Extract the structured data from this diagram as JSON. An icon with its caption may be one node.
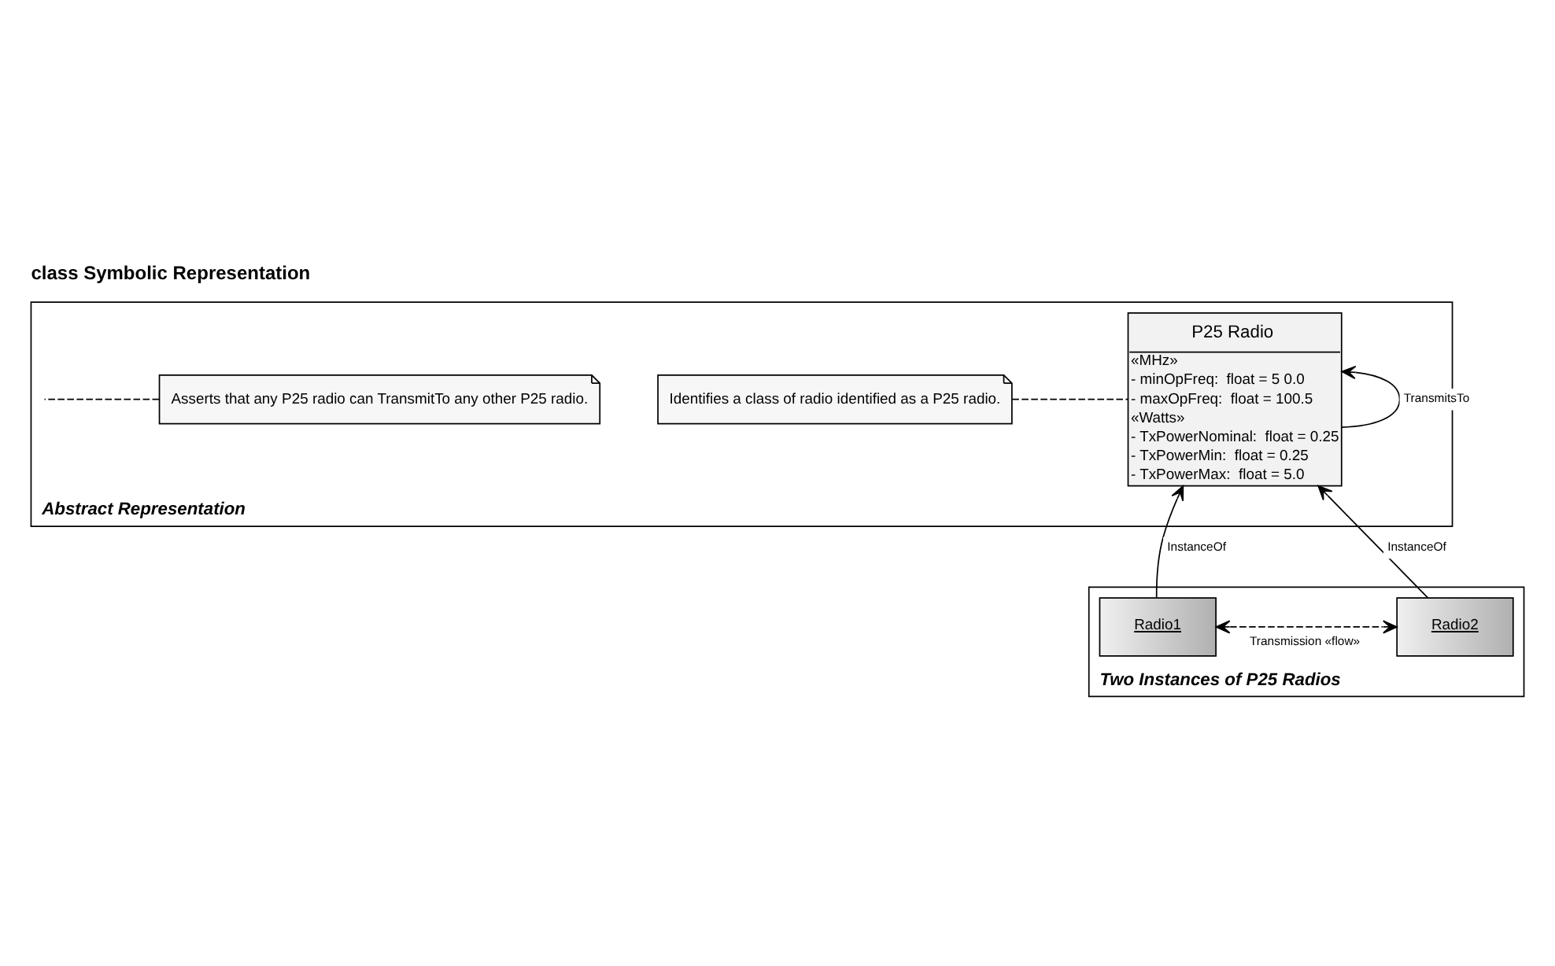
{
  "diagram": {
    "title": "class Symbolic Representation",
    "nodes": [
      {
        "text": [
          "Abstract Representation"
        ]
      },
      {
        "text": [
          "P25 Radio",
          "«MHz»",
          "- minOpFreq:  float = 5 0.0",
          "- maxOpFreq:  float = 100.5",
          "«Watts»",
          "- TxPowerNominal:  float = 0.25",
          "- TxPowerMin:  float = 0.25",
          "- TxPowerMax:  float = 5.0"
        ],
        "in": 0
      },
      {
        "text": [
          "Identifies a class of radio identified as a P25 radio."
        ],
        "in": 0
      },
      {
        "text": [
          "Asserts that any P25 radio can TransmitTo any other P25 radio."
        ],
        "in": 0
      },
      {
        "text": [
          "Two Instances of P25 Radios"
        ]
      },
      {
        "text": [
          "Radio1"
        ],
        "in": 4
      },
      {
        "text": [
          "Radio2"
        ],
        "in": 4
      }
    ],
    "edges": [
      {
        "from": 1,
        "to": 1,
        "arrow": "to",
        "label": "TransmitsTo"
      },
      {
        "from": 2,
        "to": 1,
        "arrow": "none",
        "style": "dashed"
      },
      {
        "from": 3,
        "to": null,
        "arrow": "none",
        "style": "dashed"
      },
      {
        "from": 5,
        "to": 1,
        "arrow": "to",
        "label": "InstanceOf"
      },
      {
        "from": 6,
        "to": 1,
        "arrow": "to",
        "label": "InstanceOf"
      },
      {
        "from": 5,
        "to": 6,
        "arrow": "both",
        "style": "dashed",
        "label": "Transmission «flow»"
      }
    ]
  }
}
